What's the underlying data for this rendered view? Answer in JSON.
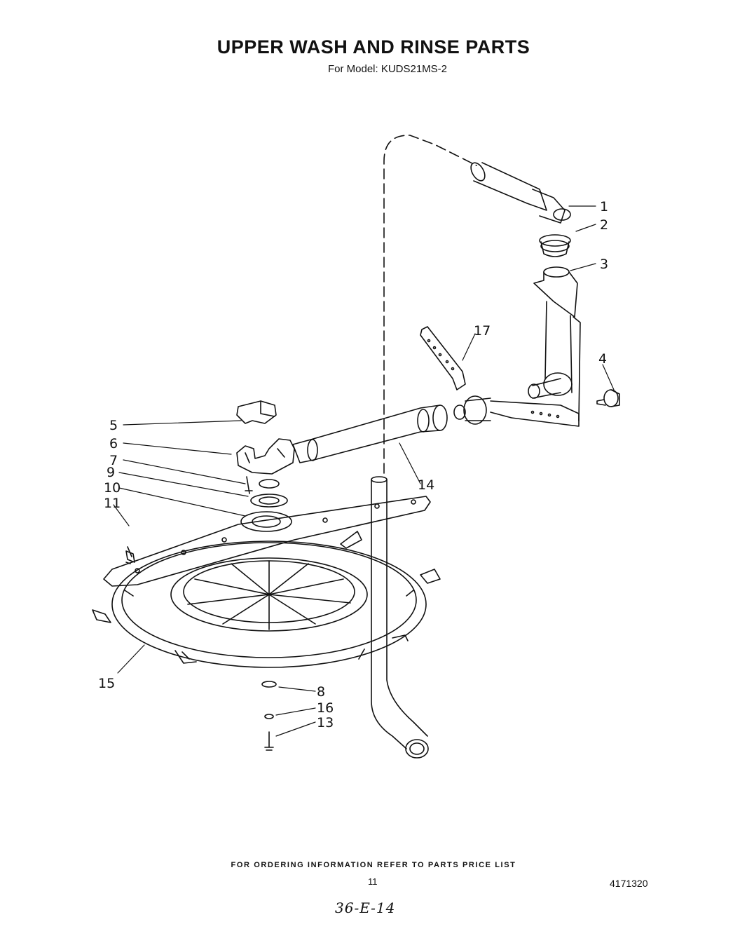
{
  "header": {
    "title": "UPPER WASH AND RINSE PARTS",
    "subtitle": "For Model: KUDS21MS-2"
  },
  "callouts": [
    "1",
    "2",
    "3",
    "4",
    "5",
    "6",
    "7",
    "9",
    "10",
    "11",
    "14",
    "15",
    "17",
    "8",
    "16",
    "13"
  ],
  "footer": {
    "ordering_note": "FOR ORDERING INFORMATION REFER TO PARTS PRICE LIST",
    "page_number": "11",
    "document_number": "4171320",
    "handwritten_note": "36-E-14"
  }
}
